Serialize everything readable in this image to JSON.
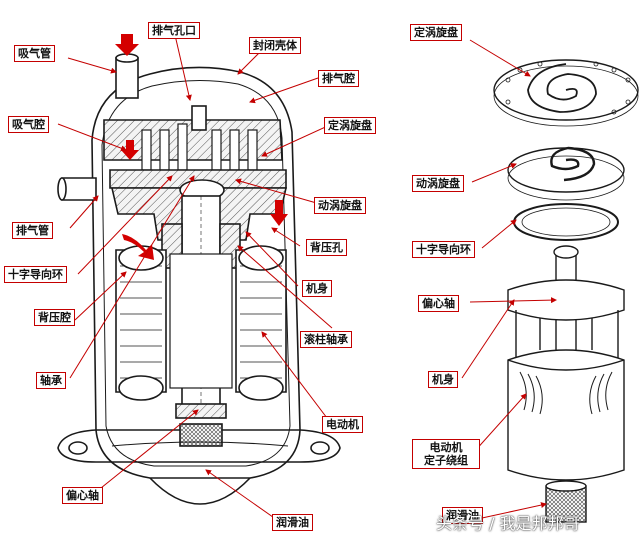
{
  "labels": {
    "exhaust_port": "排气孔口",
    "suction_pipe": "吸气管",
    "sealed_shell": "封闭壳体",
    "discharge_chamber": "排气腔",
    "suction_chamber": "吸气腔",
    "fixed_scroll_left": "定涡旋盘",
    "orbiting_scroll_left": "动涡旋盘",
    "back_pressure_hole": "背压孔",
    "discharge_pipe": "排气管",
    "oldham_ring_left": "十字导向环",
    "frame_left": "机身",
    "back_pressure_chamber": "背压腔",
    "roller_bearing": "滚柱轴承",
    "bearing": "轴承",
    "motor": "电动机",
    "eccentric_shaft_left": "偏心轴",
    "lubricant_left": "润滑油",
    "fixed_scroll_right": "定涡旋盘",
    "orbiting_scroll_right": "动涡旋盘",
    "oldham_ring_right": "十字导向环",
    "eccentric_shaft_right": "偏心轴",
    "frame_right": "机身",
    "stator_winding": "电动机\n定子绕组",
    "lubricant_right": "润滑油"
  },
  "watermark": "头条号 / 我是邦邦哥",
  "colors": {
    "leader": "#c40000",
    "arrow": "#d40000",
    "line_art": "#1a1a1a",
    "hatch": "#ececec"
  }
}
